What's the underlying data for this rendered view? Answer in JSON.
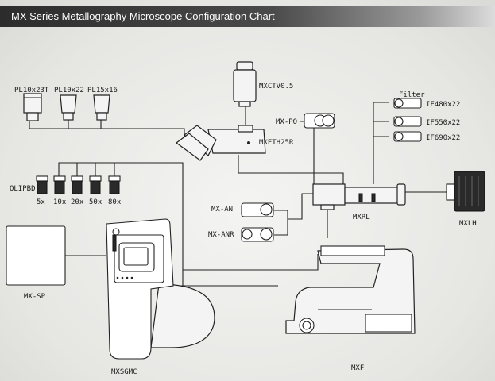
{
  "header": {
    "title": "MX Series Metallography Microscope Configuration Chart"
  },
  "labels": {
    "eyepiece_1": "PL10x23T",
    "eyepiece_2": "PL10x22",
    "eyepiece_3": "PL15x16",
    "camera_adapter": "MXCTV0.5",
    "polarizer": "MX-PO",
    "trinocular_head": "MXETH25R",
    "filter_title": "Filter",
    "filter_1": "IF480x22",
    "filter_2": "IF550x22",
    "filter_3": "IF690x22",
    "objective_set": "OLIPBD",
    "objective_5": "5x",
    "objective_10": "10x",
    "objective_20": "20x",
    "objective_50": "50x",
    "objective_80": "80x",
    "analyzer": "MX-AN",
    "rotating_analyzer": "MX-ANR",
    "illuminator": "MXRL",
    "lamp_house": "MXLH",
    "specimen_plate": "MX-SP",
    "stage": "MXSGMC",
    "frame": "MXF"
  }
}
